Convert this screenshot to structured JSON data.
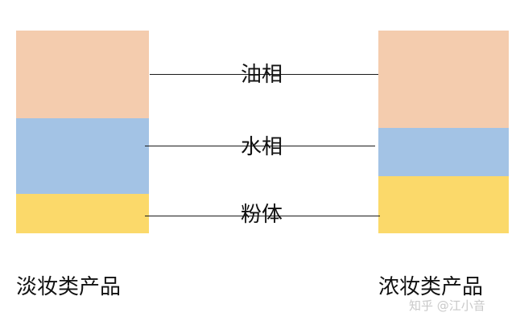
{
  "colors": {
    "oil": "#f4ccae",
    "water": "#a3c3e5",
    "powder": "#fbd96a"
  },
  "phases": {
    "oil_label": "油相",
    "water_label": "水相",
    "powder_label": "粉体"
  },
  "products": {
    "light_label": "淡妆类产品",
    "heavy_label": "浓妆类产品"
  },
  "watermark": "知乎 @江小音"
}
